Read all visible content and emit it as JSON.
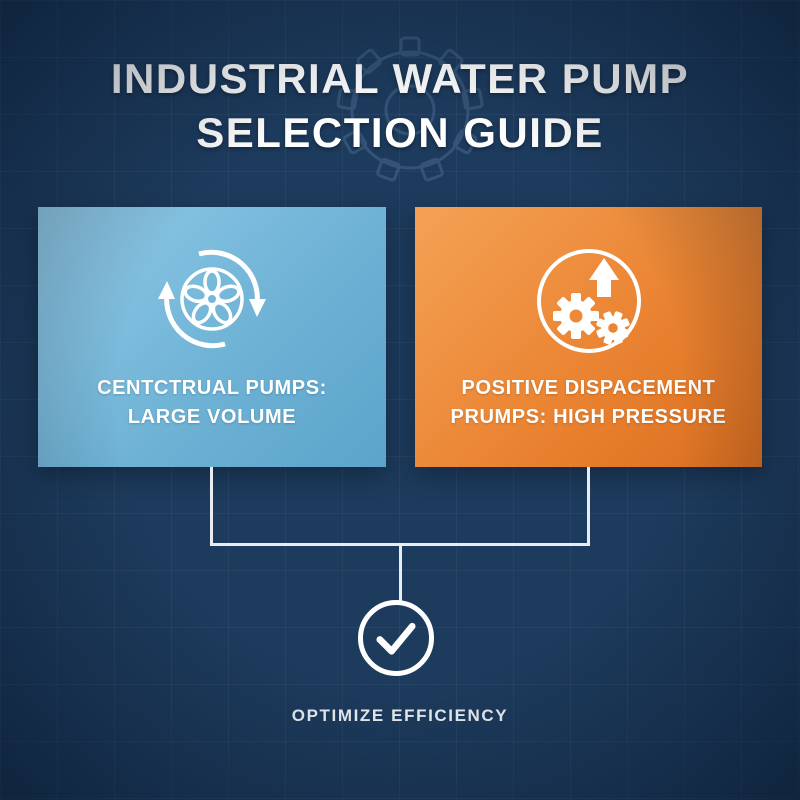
{
  "title": {
    "line1": "INDUSTRIAL WATER PUMP",
    "line2": "SELECTION GUIDE"
  },
  "cards": [
    {
      "id": "centrifugal-pumps",
      "icon": "impeller-rotation-icon",
      "label_line1": "CENTCTRUAL PUMPS:",
      "label_line2": "LARGE VOLUME",
      "gradient_start": "#93cbe7",
      "gradient_end": "#5ca4cb"
    },
    {
      "id": "positive-displacement-pumps",
      "icon": "gears-up-arrow-icon",
      "label_line1": "POSITIVE DISPACEMENT",
      "label_line2": "PRUMPS: HIGH PRESSURE",
      "gradient_start": "#f4a155",
      "gradient_end": "#db6e1e"
    }
  ],
  "footer": {
    "label": "OPTIMIZE EFFICIENCY",
    "icon": "checkmark-circle-icon"
  },
  "background": {
    "color": "#1d3b5d",
    "watermark_icon": "gear-outline-icon",
    "grid": "subtle-square-grid"
  },
  "colors": {
    "background": "#1d3b5d",
    "line": "#e8edf2",
    "text": "#ffffff",
    "card_left_start": "#93cbe7",
    "card_left_end": "#5ca4cb",
    "card_right_start": "#f4a155",
    "card_right_end": "#db6e1e"
  }
}
